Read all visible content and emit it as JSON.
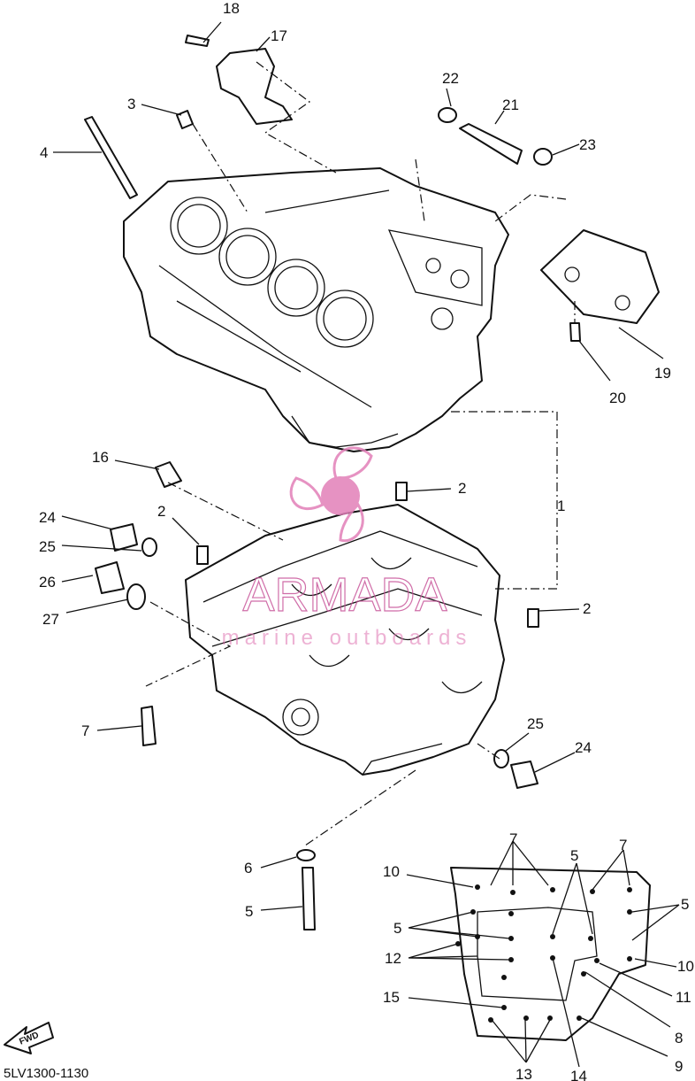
{
  "diagram_code": "5LV1300-1130",
  "fwd_label": "FWD",
  "watermark": {
    "title": "ARMADA",
    "subtitle": "marine outboards",
    "color": "#e27fb8"
  },
  "callouts": [
    "1",
    "2",
    "2",
    "2",
    "3",
    "4",
    "5",
    "5",
    "5",
    "5",
    "6",
    "7",
    "7",
    "7",
    "8",
    "9",
    "10",
    "10",
    "11",
    "12",
    "13",
    "14",
    "15",
    "16",
    "17",
    "18",
    "19",
    "20",
    "21",
    "22",
    "23",
    "24",
    "24",
    "25",
    "25",
    "26",
    "27"
  ]
}
